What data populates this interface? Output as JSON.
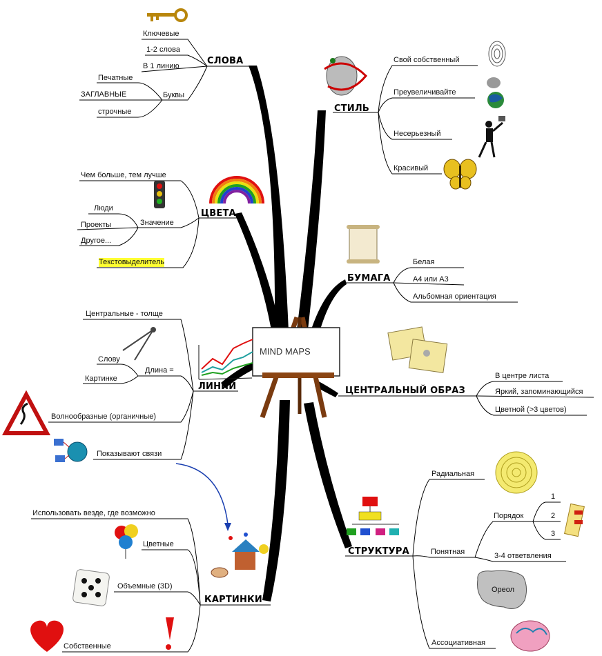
{
  "center": {
    "title": "MIND MAPS"
  },
  "branches": {
    "slova": {
      "title": "СЛОВА",
      "items": [
        "Ключевые",
        "1-2 слова",
        "В 1 линию"
      ],
      "bukvy": {
        "label": "Буквы",
        "items": [
          "Печатные",
          "ЗАГЛАВНЫЕ",
          "строчные"
        ]
      }
    },
    "stil": {
      "title": "СТИЛЬ",
      "items": [
        "Свой собственный",
        "Преувеличивайте",
        "Несерьезный",
        "Красивый"
      ]
    },
    "tsveta": {
      "title": "ЦВЕТА",
      "items": [
        "Чем больше, тем лучше",
        "Текстовыделитель"
      ],
      "znachenie": {
        "label": "Значение",
        "items": [
          "Люди",
          "Проекты",
          "Другое..."
        ]
      }
    },
    "bumaga": {
      "title": "БУМАГА",
      "items": [
        "Белая",
        "А4 или А3",
        "Альбомная ориентация"
      ]
    },
    "linii": {
      "title": "ЛИНИИ",
      "items": [
        "Центральные - толще",
        "Волнообразные (органичные)",
        "Показывают связи"
      ],
      "dlina": {
        "label": "Длина =",
        "items": [
          "Слову",
          "Картинке"
        ]
      }
    },
    "obraz": {
      "title": "ЦЕНТРАЛЬНЫЙ ОБРАЗ",
      "items": [
        "В центре листа",
        "Яркий, запоминающийся",
        "Цветной (>3 цветов)"
      ]
    },
    "kartinki": {
      "title": "КАРТИНКИ",
      "items": [
        "Использовать везде, где возможно",
        "Цветные",
        "Объемные (3D)",
        "Собственные"
      ]
    },
    "struktura": {
      "title": "СТРУКТУРА",
      "items": [
        "Радиальная",
        "Понятная",
        "Ассоциативная"
      ],
      "poryadok": {
        "label": "Порядок",
        "items": [
          "1",
          "2",
          "3"
        ]
      },
      "ponyatnaya_items": [
        "3-4 ответвления",
        "Ореол"
      ]
    }
  },
  "colors": {
    "line": "#000000",
    "highlight": "#ffff33",
    "arrow": "#1a3fb0"
  }
}
